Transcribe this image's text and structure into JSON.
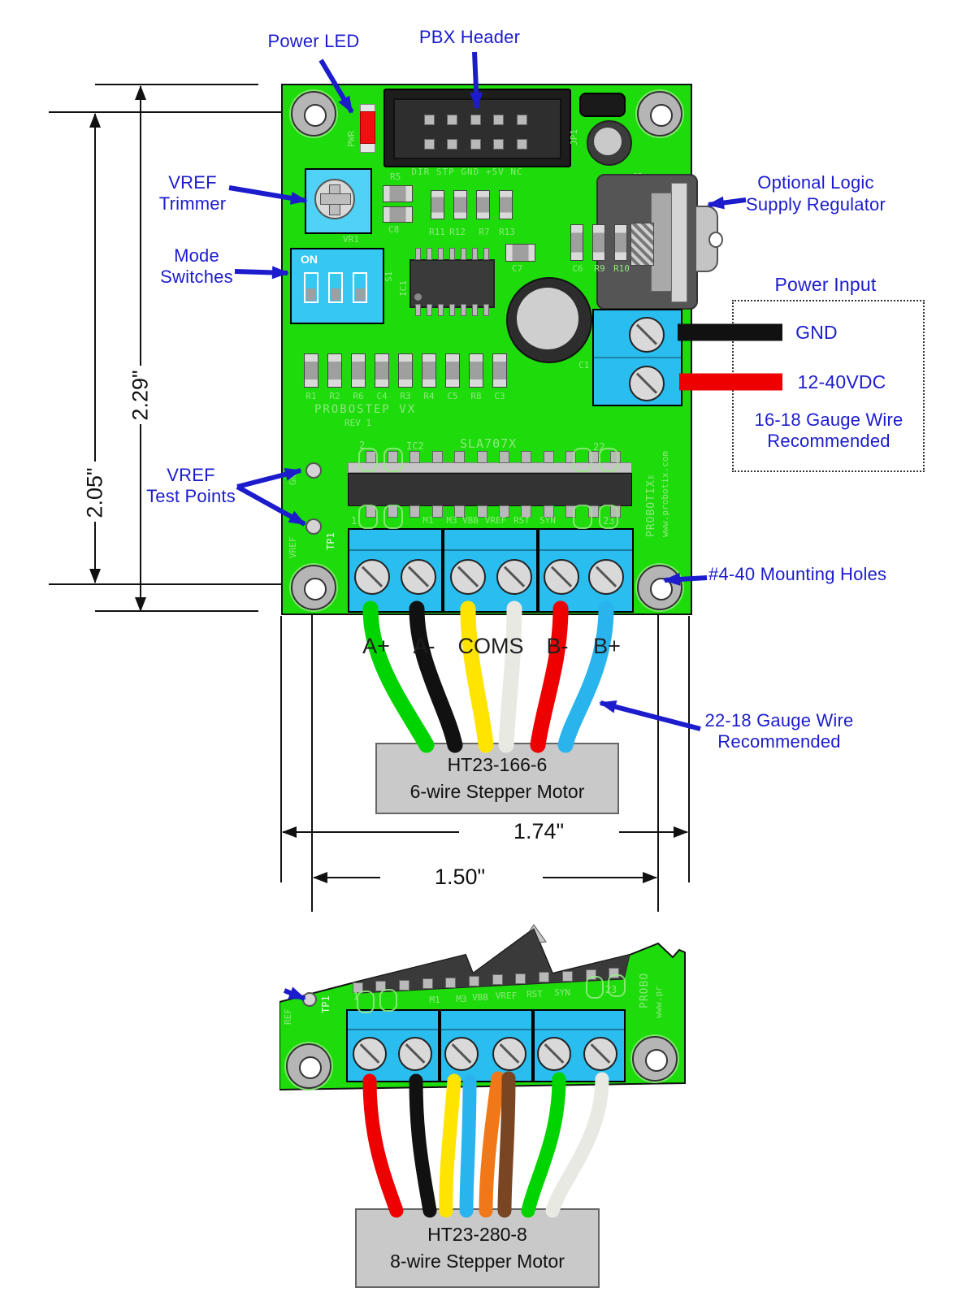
{
  "colors": {
    "board_green": "#1edb0c",
    "silkscreen": "#8fe87f",
    "terminal_blue": "#29bdf0",
    "dip_blue": "#36c8f2",
    "trimmer_blue": "#4fd2f6",
    "annotation_blue": "#1c1ccd",
    "led_red": "#ee1111"
  },
  "annotations": {
    "power_led": "Power LED",
    "pbx_header": "PBX Header",
    "vref_trimmer_1": "VREF",
    "vref_trimmer_2": "Trimmer",
    "mode_switches_1": "Mode",
    "mode_switches_2": "Switches",
    "regulator_1": "Optional Logic",
    "regulator_2": "Supply Regulator",
    "power_input": "Power Input",
    "gnd": "GND",
    "vdc": "12-40VDC",
    "gauge16_1": "16-18 Gauge Wire",
    "gauge16_2": "Recommended",
    "test_points_1": "VREF",
    "test_points_2": "Test Points",
    "mounting_holes": "#4-40 Mounting Holes",
    "gauge22_1": "22-18 Gauge Wire",
    "gauge22_2": "Recommended"
  },
  "dimensions": {
    "board_height": "2.29\"",
    "hole_spacing_v": "2.05\"",
    "board_width": "1.74\"",
    "hole_spacing_h": "1.50\""
  },
  "board": {
    "silkscreen": {
      "pwr": "PWR",
      "header_pins": "DIR STP GND +5V NC",
      "jp1": "JP1",
      "c2": "C2",
      "vr1": "VR1",
      "on": "ON",
      "s1": "S1",
      "r5": "R5",
      "c8": "C8",
      "ic1": "IC1",
      "c7": "C7",
      "c1": "C1",
      "title": "PROBOSTEP VX",
      "rev": "REV 1",
      "ic2": "IC2",
      "driver_chip": "SLA707X",
      "pin2": "2",
      "pin22": "22",
      "pin1": "1",
      "pin23": "23",
      "gnd_tp": "GND",
      "vref_tp": "VREF",
      "tp1": "TP1",
      "brand": "PROBOTIX™",
      "url": "www.probotix.com"
    },
    "cap_row": [
      "R11",
      "R12",
      "R7",
      "R13"
    ],
    "right_caps": [
      "C6",
      "R9",
      "R10"
    ],
    "smd_row": [
      "R1",
      "R2",
      "R6",
      "C4",
      "R3",
      "R4",
      "C5",
      "R8",
      "C3"
    ],
    "chip_pin_labels": [
      "M1",
      "M3",
      "VBB",
      "VREF",
      "RST",
      "SYN"
    ]
  },
  "board2": {
    "tp1": "TP1",
    "ref": "REF",
    "pin1": "1",
    "pin23": "23",
    "brand": "PROBO",
    "url": "www.pr",
    "chip_pin_labels": [
      "M1",
      "M3",
      "VBB",
      "VREF",
      "RST",
      "SYN"
    ]
  },
  "terminal_labels": [
    "A+",
    "A-",
    "COMS",
    "B-",
    "B+"
  ],
  "motor1": {
    "model": "HT23-166-6",
    "type": "6-wire Stepper Motor"
  },
  "motor2": {
    "model": "HT23-280-8",
    "type": "8-wire Stepper Motor"
  },
  "wires": {
    "motor1": [
      {
        "name": "A+",
        "color": "#00d400"
      },
      {
        "name": "A-",
        "color": "#111111"
      },
      {
        "name": "COMS",
        "color": "#ffe400"
      },
      {
        "name": "COMS",
        "color": "#e9e9e4"
      },
      {
        "name": "B-",
        "color": "#ee0000"
      },
      {
        "name": "B+",
        "color": "#2ab4ee"
      }
    ],
    "motor2": [
      {
        "color": "#ee0000"
      },
      {
        "color": "#111111"
      },
      {
        "color": "#ffe400"
      },
      {
        "color": "#2ab4ee"
      },
      {
        "color": "#f07818"
      },
      {
        "color": "#7a4522"
      },
      {
        "color": "#00d400"
      },
      {
        "color": "#e9e9e4"
      }
    ],
    "power": [
      {
        "name": "GND",
        "color": "#111111"
      },
      {
        "name": "12-40VDC",
        "color": "#ee0000"
      }
    ]
  }
}
